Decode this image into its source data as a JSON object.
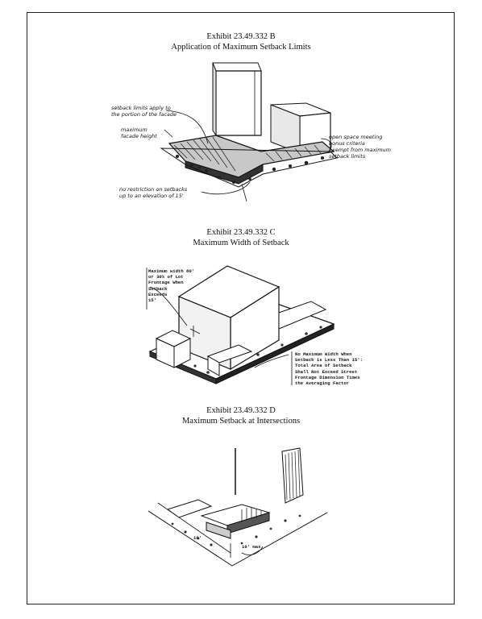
{
  "exhibits": [
    {
      "number": "Exhibit 23.49.332 B",
      "caption": "Application of Maximum Setback Limits",
      "annotations": {
        "setback_limits": "setback limits apply to\nthe portion of the facade",
        "maximum_facade_height": "maximum\nfacade height",
        "open_space": "open space meeting\nbonus criteria\nexempt from maximum\nsetback limits",
        "no_restriction": "no restriction on setbacks\nup to an elevation of 15'"
      }
    },
    {
      "number": "Exhibit 23.49.332 C",
      "caption": "Maximum Width of Setback",
      "annotations": {
        "max_width": "Maximum width 80'\nor 30% of Lot\nFrontage When\nSetback\nExceeds\n15'",
        "max_width_less": "No Maximum Width When\nSetback is Less Than 15':\nTotal Area of Setback\nShall Not Exceed Street\nFrontage Dimension Times\nthe Averaging Factor"
      }
    },
    {
      "number": "Exhibit 23.49.332 D",
      "caption": "Maximum Setback at Intersections",
      "annotations": {
        "dim_a": "10'",
        "dim_b": "10' max."
      }
    }
  ]
}
